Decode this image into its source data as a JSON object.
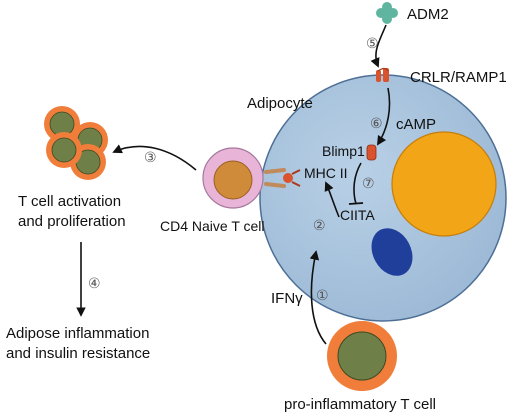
{
  "labels": {
    "adm2": "ADM2",
    "receptor": "CRLR/RAMP1",
    "adipocyte": "Adipocyte",
    "camp": "cAMP",
    "blimp1": "Blimp1",
    "mhc2": "MHC II",
    "ciita": "CIITA",
    "naive_t": "CD4 Naive T cell",
    "activation_line1": "T cell activation",
    "activation_line2": "and proliferation",
    "inflammation_line1": "Adipose inflammation",
    "inflammation_line2": "and insulin resistance",
    "ifng": "IFNγ",
    "pro_t": "pro-inflammatory T cell"
  },
  "steps": {
    "s1": "①",
    "s2": "②",
    "s3": "③",
    "s4": "④",
    "s5": "⑤",
    "s6": "⑥",
    "s7": "⑦"
  },
  "colors": {
    "adipocyte_fill": "#a9c4de",
    "lipid_droplet": "#f2a516",
    "nucleus": "#1f3f9a",
    "t_cell_ring": "#f07d3a",
    "t_cell_core": "#6f7f48",
    "naive_ring": "#e8b4d8",
    "naive_core": "#cf8a3a",
    "adm2": "#5fb5a0",
    "receptor": "#d9532e"
  }
}
